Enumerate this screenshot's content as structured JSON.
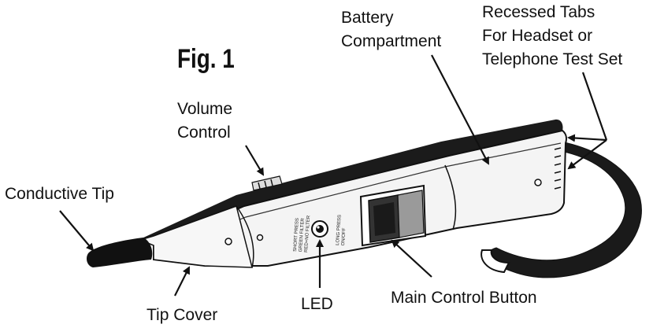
{
  "figure_title": "Fig. 1",
  "callouts": {
    "battery_compartment": [
      "Battery",
      "Compartment"
    ],
    "recessed_tabs": [
      "Recessed Tabs",
      "For Headset or",
      "Telephone Test Set"
    ],
    "volume_control": [
      "Volume",
      "Control"
    ],
    "conductive_tip": "Conductive Tip",
    "tip_cover": "Tip Cover",
    "led": "LED",
    "main_control_button": "Main Control Button"
  },
  "device_markings": {
    "short_press": [
      "SHORT PRESS",
      "GREEN FILTER",
      "RED=NO FILTER"
    ],
    "long_press": [
      "LONG PRESS",
      "ON/OFF"
    ]
  },
  "colors": {
    "ink": "#111111",
    "body_fill": "#f4f4f4",
    "window_fill": "#9a9a9a"
  }
}
